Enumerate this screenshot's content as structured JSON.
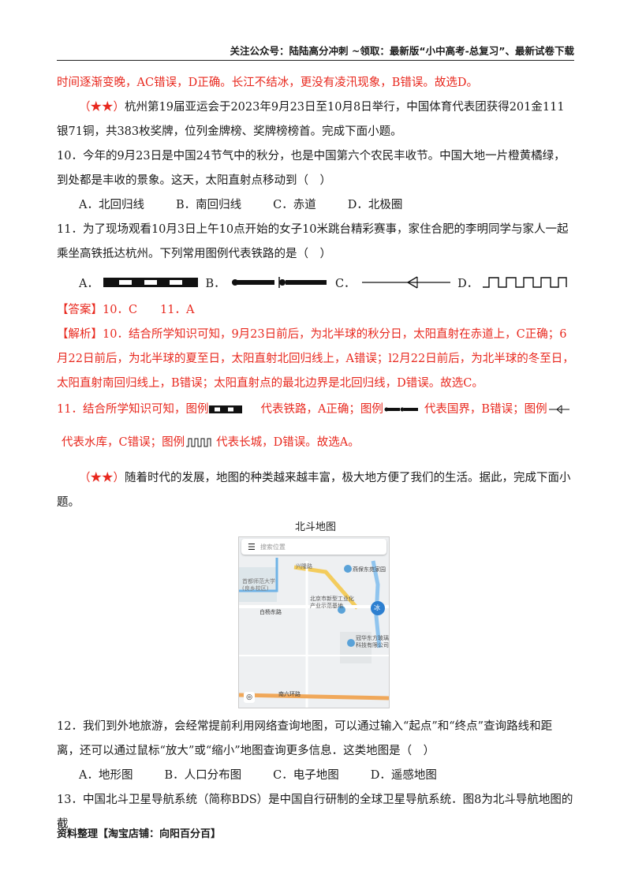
{
  "header": {
    "text": "关注公众号：陆陆高分冲刺 ~领取：最新版“小中高考-总复习”、最新试卷下载"
  },
  "top_red": "时间逐渐变晚，AC错误，D正确。长江不结冰，更没有凌汛现象，B错误。故选D。",
  "intro1": {
    "stars": "（★★）",
    "text": "杭州第19届亚运会于2023年9月23日至10月8日举行，中国体育代表团获得201金111银71铜，共383枚奖牌，位列金牌榜、奖牌榜榜首。完成下面小题。"
  },
  "q10": {
    "stem": "10．今年的9月23日是中国24节气中的秋分，也是中国第六个农民丰收节。中国大地一片橙黄橘绿，到处都是丰收的景象。这天，太阳直射点移动到（　）",
    "options": [
      "A．北回归线",
      "B．南回归线",
      "C．赤道",
      "D．北极圈"
    ]
  },
  "q11": {
    "stem": "11．为了现场观看10月3日上午10点开始的女子10米跳台精彩赛事，家住合肥的李明同学与家人一起乘坐高铁抵达杭州。下列常用图例代表铁路的是（　）",
    "labels": [
      "A．",
      "B．",
      "C．",
      "D．"
    ]
  },
  "answer": {
    "tag": "【答案】",
    "text": "10．C　　11．A"
  },
  "analysis": {
    "tag": "【解析】",
    "p10": "10．结合所学知识可知，9月23日前后，为北半球的秋分日，太阳直射在赤道上，C正确；6月22日前后，为北半球的夏至日，太阳直射北回归线上，A错误；l2月22日前后，为北半球的冬至日，太阳直射南回归线上，B错误；太阳直射点的最北边界是北回归线，D错误。故选C。",
    "p11_a": "11．结合所学知识可知，图例",
    "p11_b": "代表铁路，A正确；图例",
    "p11_c": "代表国界，B错误；图例",
    "p11_d": "代表水库，C错误；图例",
    "p11_e": "代表长城，D错误。故选A。"
  },
  "intro2": {
    "stars": "（★★）",
    "text": "随着时代的发展，地图的种类越来越丰富，极大地方便了我们的生活。据此，完成下面小题。"
  },
  "map": {
    "title": "北斗地图",
    "search_placeholder": "搜索位置",
    "labels": {
      "xingfeng": "兴隆路",
      "nanbei": "燕保东苑家园",
      "school": "首都师范大学\n(良乡校区)",
      "baiyang": "白杨东路",
      "park": "北京市新型工业化\n产业示范基地",
      "company": "冠华东方玻璃\n科技有限公司",
      "south": "南六环路",
      "pin": "冰"
    }
  },
  "q12": {
    "stem": "12．我们到外地旅游，会经常提前利用网络查询地图，可以通过输入“起点”和“终点”查询路线和距离，还可以通过鼠标“放大”或“缩小”地图查询更多信息．这类地图是（　）",
    "options": [
      "A．地形图",
      "B．人口分布图",
      "C．电子地图",
      "D．遥感地图"
    ]
  },
  "q13": {
    "stem": "13．中国北斗卫星导航系统（简称BDS）是中国自行研制的全球卫星导航系统．图8为北斗导航地图的截"
  },
  "footer": {
    "text": "资料整理【淘宝店铺：向阳百分百】"
  }
}
